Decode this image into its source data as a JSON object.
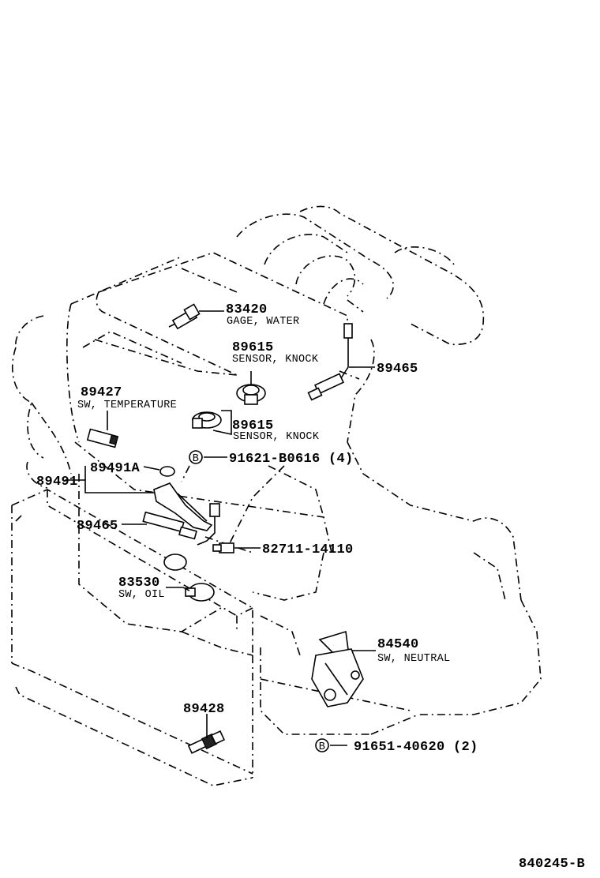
{
  "parts": [
    {
      "id": "p83420",
      "number": "83420",
      "description": "GAGE, WATER"
    },
    {
      "id": "p89615a",
      "number": "89615",
      "description": "SENSOR, KNOCK"
    },
    {
      "id": "p89465a",
      "number": "89465",
      "description": ""
    },
    {
      "id": "p89427",
      "number": "89427",
      "description": "SW, TEMPERATURE"
    },
    {
      "id": "p89615b",
      "number": "89615",
      "description": "SENSOR, KNOCK"
    },
    {
      "id": "p89491a",
      "number": "89491A",
      "description": ""
    },
    {
      "id": "p89491",
      "number": "89491",
      "description": ""
    },
    {
      "id": "p89465b",
      "number": "89465",
      "description": ""
    },
    {
      "id": "p82711",
      "number": "82711-14110",
      "description": ""
    },
    {
      "id": "p83530",
      "number": "83530",
      "description": "SW, OIL"
    },
    {
      "id": "p84540",
      "number": "84540",
      "description": "SW, NEUTRAL"
    },
    {
      "id": "p89428",
      "number": "89428",
      "description": ""
    }
  ],
  "bolts": [
    {
      "id": "b1",
      "marker": "B",
      "number": "91621-B0616 (4)"
    },
    {
      "id": "b2",
      "marker": "B",
      "number": "91651-40620 (2)"
    }
  ],
  "figure_id": "840245-B"
}
